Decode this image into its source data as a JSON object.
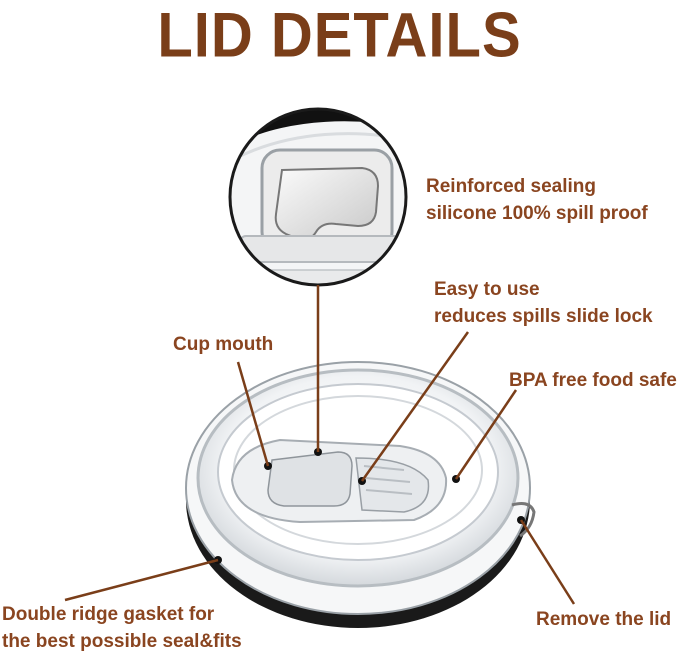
{
  "title": "LID DETAILS",
  "colors": {
    "title": "#7a3e19",
    "label": "#8a4520",
    "line": "#7a3e19"
  },
  "callouts": {
    "sealing": {
      "line1": "Reinforced sealing",
      "line2": "silicone 100% spill proof"
    },
    "slide_lock": {
      "line1": "Easy to use",
      "line2": "reduces spills slide lock"
    },
    "cup_mouth": {
      "line1": "Cup mouth"
    },
    "bpa": {
      "line1": "BPA free food safe"
    },
    "gasket": {
      "line1": "Double ridge gasket for",
      "line2": "the best possible seal&fits"
    },
    "remove": {
      "line1": "Remove the lid"
    }
  },
  "icons": [
    "magnified-seal-detail",
    "clear-tumbler-lid"
  ]
}
